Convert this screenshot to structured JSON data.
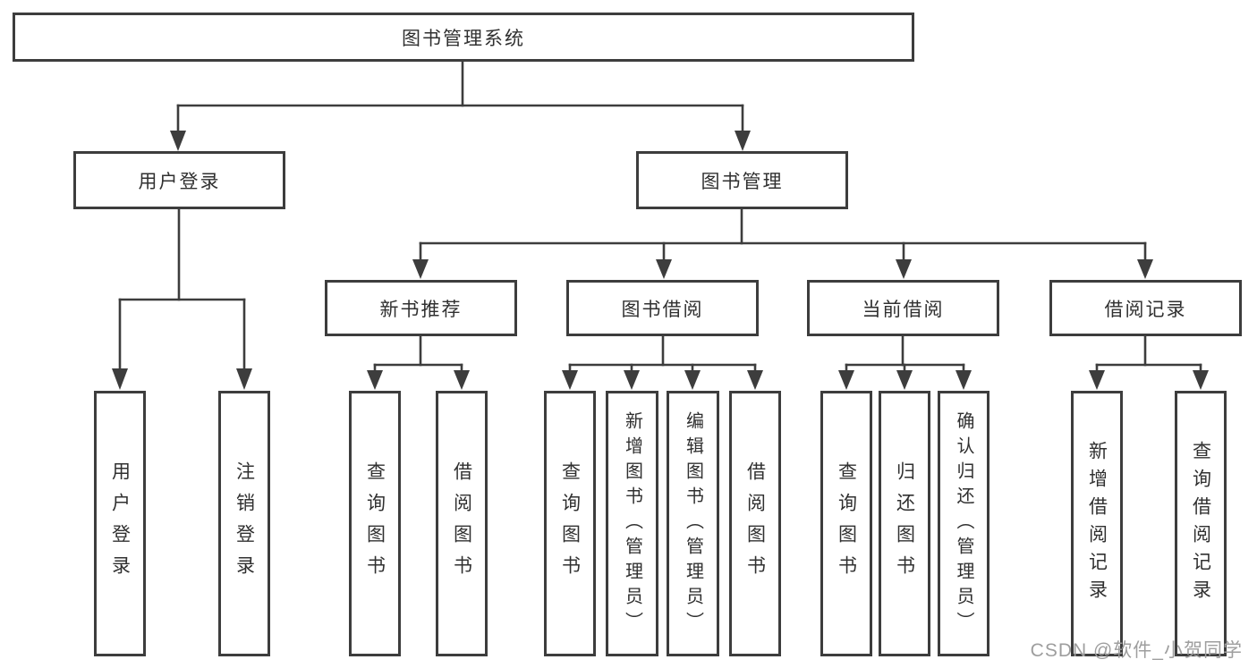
{
  "diagram": {
    "nodes": {
      "root": {
        "key": "library-management-system",
        "label": "图书管理系统"
      },
      "level2": [
        {
          "key": "user-login",
          "label": "用户登录"
        },
        {
          "key": "book-management",
          "label": "图书管理"
        }
      ],
      "level3": [
        {
          "key": "new-book-recommendation",
          "parent": "book-management",
          "label": "新书推荐"
        },
        {
          "key": "book-borrowing",
          "parent": "book-management",
          "label": "图书借阅"
        },
        {
          "key": "current-borrowing",
          "parent": "book-management",
          "label": "当前借阅"
        },
        {
          "key": "borrowing-records",
          "parent": "book-management",
          "label": "借阅记录"
        }
      ],
      "leaves": [
        {
          "key": "user-login-leaf",
          "parent": "user-login",
          "label": "用户登录"
        },
        {
          "key": "logout",
          "parent": "user-login",
          "label": "注销登录"
        },
        {
          "key": "query-books-recommend",
          "parent": "new-book-recommendation",
          "label": "查询图书"
        },
        {
          "key": "borrow-books-recommend",
          "parent": "new-book-recommendation",
          "label": "借阅图书"
        },
        {
          "key": "query-books-borrowing",
          "parent": "book-borrowing",
          "label": "查询图书"
        },
        {
          "key": "add-book-admin",
          "parent": "book-borrowing",
          "label": "新增图书（管理员）"
        },
        {
          "key": "edit-book-admin",
          "parent": "book-borrowing",
          "label": "编辑图书（管理员）"
        },
        {
          "key": "borrow-books-borrowing",
          "parent": "book-borrowing",
          "label": "借阅图书"
        },
        {
          "key": "query-books-current",
          "parent": "current-borrowing",
          "label": "查询图书"
        },
        {
          "key": "return-books",
          "parent": "current-borrowing",
          "label": "归还图书"
        },
        {
          "key": "confirm-return-admin",
          "parent": "current-borrowing",
          "label": "确认归还（管理员）"
        },
        {
          "key": "add-borrow-record",
          "parent": "borrowing-records",
          "label": "新增借阅记录"
        },
        {
          "key": "query-borrow-record",
          "parent": "borrowing-records",
          "label": "查询借阅记录"
        }
      ]
    },
    "colors": {
      "background": "#ffffff",
      "box_fill": "#ffffff",
      "box_border": "#3d3d3d",
      "line": "#3d3d3d",
      "text": "#303030",
      "watermark_text": "#9e9e9e"
    }
  },
  "watermark": "CSDN @软件_小贺同学"
}
